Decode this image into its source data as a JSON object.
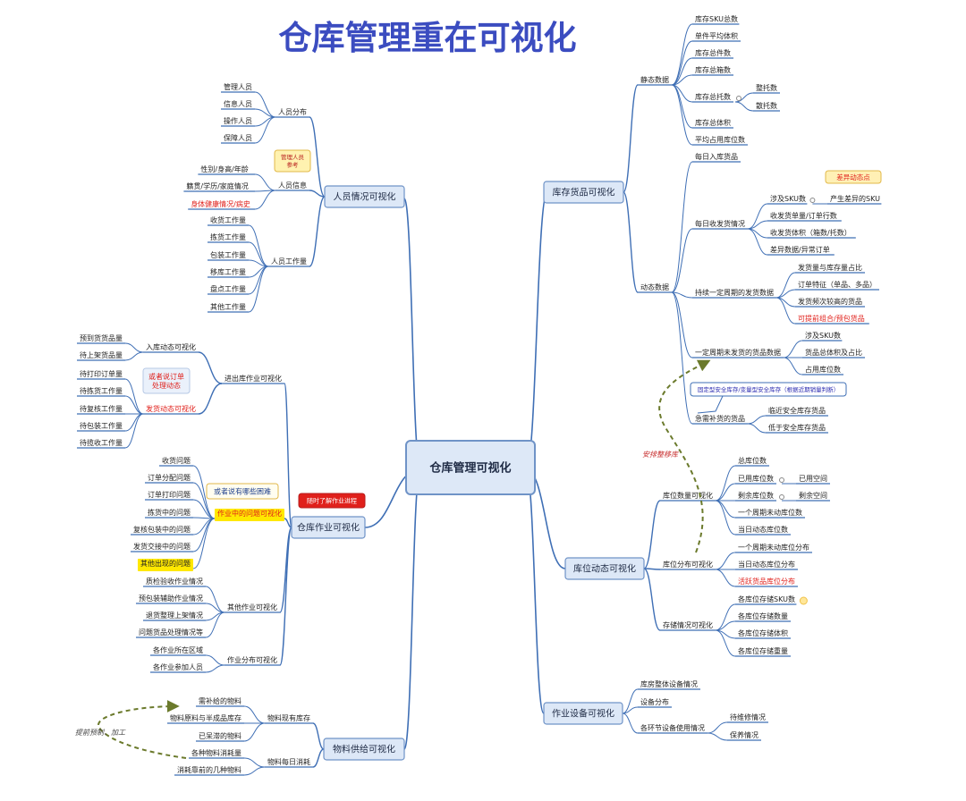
{
  "title": "仓库管理重在可视化",
  "colors": {
    "title": "#3b4cc0",
    "line": "#3f6fb5",
    "box_fill": "#dde8f7",
    "box_stroke": "#6f93c7",
    "red": "#e0201b",
    "note_fill": "#fff2b0",
    "yellow": "#ffe800",
    "dashed": "#6b7a2c"
  },
  "center": "仓库管理可视化",
  "branches": [
    {
      "label": "人员情况可视化",
      "children": [
        {
          "label": "人员分布",
          "children": [
            {
              "label": "管理人员"
            },
            {
              "label": "信息人员"
            },
            {
              "label": "操作人员"
            },
            {
              "label": "保障人员"
            }
          ]
        },
        {
          "label": "人员信息",
          "children": [
            {
              "label": "性别/身高/年龄"
            },
            {
              "label": "籍贯/学历/家庭情况"
            },
            {
              "label": "身体健康情况/病史",
              "red": true
            }
          ]
        },
        {
          "label": "人员工作量",
          "children": [
            {
              "label": "收货工作量"
            },
            {
              "label": "拣货工作量"
            },
            {
              "label": "包装工作量"
            },
            {
              "label": "移库工作量"
            },
            {
              "label": "盘点工作量"
            },
            {
              "label": "其他工作量"
            }
          ]
        }
      ]
    },
    {
      "label": "仓库作业可视化",
      "children": [
        {
          "label": "进出库作业可视化",
          "children": [
            {
              "label": "入库动态可视化",
              "children": [
                {
                  "label": "预到货货品量"
                },
                {
                  "label": "待上架货品量"
                }
              ]
            },
            {
              "label": "发货动态可视化",
              "red": true,
              "children": [
                {
                  "label": "待打印订单量"
                },
                {
                  "label": "待拣货工作量"
                },
                {
                  "label": "待复核工作量"
                },
                {
                  "label": "待包装工作量"
                },
                {
                  "label": "待揽收工作量"
                }
              ]
            }
          ]
        },
        {
          "label": "作业中的问题可视化",
          "red": true,
          "children": [
            {
              "label": "收货问题"
            },
            {
              "label": "订单分配问题"
            },
            {
              "label": "订单打印问题"
            },
            {
              "label": "拣货中的问题"
            },
            {
              "label": "复核包装中的问题"
            },
            {
              "label": "发货交接中的问题"
            },
            {
              "label": "其他出现的问题"
            }
          ]
        },
        {
          "label": "其他作业可视化",
          "children": [
            {
              "label": "质检验收作业情况"
            },
            {
              "label": "预包装辅助作业情况"
            },
            {
              "label": "退货整理上架情况"
            },
            {
              "label": "问题货品处理情况等"
            }
          ]
        },
        {
          "label": "作业分布可视化",
          "children": [
            {
              "label": "各作业所在区域"
            },
            {
              "label": "各作业参加人员"
            }
          ]
        }
      ]
    },
    {
      "label": "物料供给可视化",
      "children": [
        {
          "label": "物料现有库存",
          "children": [
            {
              "label": "需补给的物料"
            },
            {
              "label": "物料原料与半成品库存"
            },
            {
              "label": "已呆滞的物料"
            }
          ]
        },
        {
          "label": "物料每日消耗",
          "children": [
            {
              "label": "各种物料消耗量"
            },
            {
              "label": "消耗靠前的几种物料"
            }
          ]
        }
      ]
    },
    {
      "label": "库存货品可视化",
      "children": [
        {
          "label": "静态数据",
          "children": [
            {
              "label": "库存SKU总数"
            },
            {
              "label": "单件平均体积"
            },
            {
              "label": "库存总件数"
            },
            {
              "label": "库存总箱数"
            },
            {
              "label": "库存总托数",
              "children": [
                {
                  "label": "整托数"
                },
                {
                  "label": "散托数"
                }
              ]
            },
            {
              "label": "库存总体积"
            },
            {
              "label": "平均占用库位数"
            }
          ]
        },
        {
          "label": "动态数据",
          "children": [
            {
              "label": "每日入库货品"
            },
            {
              "label": "每日收发货情况",
              "children": [
                {
                  "label": "涉及SKU数",
                  "children": [
                    {
                      "label": "产生差异的SKU"
                    }
                  ]
                },
                {
                  "label": "收发货单量/订单行数"
                },
                {
                  "label": "收发货体积（箱数/托数）"
                },
                {
                  "label": "差异数据/异常订单"
                }
              ]
            },
            {
              "label": "持续一定周期的发货数据",
              "children": [
                {
                  "label": "发货量与库存量占比"
                },
                {
                  "label": "订单特征（单品、多品）"
                },
                {
                  "label": "发货频次较高的货品"
                },
                {
                  "label": "可提前组合/预包货品",
                  "red": true
                }
              ]
            },
            {
              "label": "一定周期未发货的货品数据",
              "children": [
                {
                  "label": "涉及SKU数"
                },
                {
                  "label": "货品总体积及占比"
                },
                {
                  "label": "占用库位数"
                }
              ]
            },
            {
              "label": "急需补货的货品",
              "children": [
                {
                  "label": "临近安全库存货品"
                },
                {
                  "label": "低于安全库存货品"
                }
              ]
            }
          ]
        }
      ]
    },
    {
      "label": "库位动态可视化",
      "children": [
        {
          "label": "库位数量可视化",
          "children": [
            {
              "label": "总库位数"
            },
            {
              "label": "已用库位数",
              "children": [
                {
                  "label": "已用空间"
                }
              ]
            },
            {
              "label": "剩余库位数",
              "children": [
                {
                  "label": "剩余空间"
                }
              ]
            },
            {
              "label": "一个周期未动库位数"
            },
            {
              "label": "当日动态库位数"
            }
          ]
        },
        {
          "label": "库位分布可视化",
          "children": [
            {
              "label": "一个周期未动库位分布"
            },
            {
              "label": "当日动态库位分布"
            },
            {
              "label": "活跃货品库位分布",
              "red": true
            }
          ]
        },
        {
          "label": "存储情况可视化",
          "children": [
            {
              "label": "各库位存储SKU数"
            },
            {
              "label": "各库位存储数量"
            },
            {
              "label": "各库位存储体积"
            },
            {
              "label": "各库位存储重量"
            }
          ]
        }
      ]
    },
    {
      "label": "作业设备可视化",
      "children": [
        {
          "label": "库房整体设备情况"
        },
        {
          "label": "设备分布"
        },
        {
          "label": "各环节设备使用情况",
          "children": [
            {
              "label": "待维修情况"
            },
            {
              "label": "保养情况"
            }
          ]
        }
      ]
    }
  ],
  "notes": {
    "mgmt_ref": "管理人员参考",
    "order_flow": "或者说订单处理动态",
    "difficulty": "或者说有哪些困难",
    "timely": "随时了解作业进程",
    "diff_focus": "差异动态点",
    "safety": "固定型安全库存/变量型安全库存（根据近期销量判断）",
    "move_freq": "安排整移库",
    "supply": "提前预制、加工"
  }
}
